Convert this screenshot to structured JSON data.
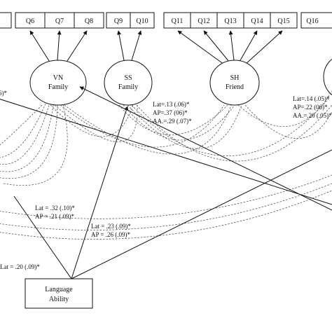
{
  "indicators": [
    "Q6",
    "Q7",
    "Q8",
    "Q9",
    "Q10",
    "Q11",
    "Q12",
    "Q13",
    "Q14",
    "Q15",
    "Q16"
  ],
  "factors": {
    "vn_family": {
      "line1": "VN",
      "line2": "Family"
    },
    "ss_family": {
      "line1": "SS",
      "line2": "Family"
    },
    "sh_friend": {
      "line1": "SH",
      "line2": "Friend"
    }
  },
  "language_ability": {
    "line1": "Language",
    "line2": "Ability"
  },
  "coefficients": {
    "left_partial": "6)*",
    "ss": {
      "lat": "Lat=.13 (.06)*",
      "ap": "AP=.37 (06)*",
      "aa": "AA.=.29 (.07)*"
    },
    "right": {
      "lat": "Lat=.14 (.05)*",
      "ap": "AP=.22 (06)*",
      "aa": "AA.=.20 (.05)*"
    },
    "mid1": {
      "lat": "Lat = .32 (.10)*",
      "ap": "AP = .21 (.09)*"
    },
    "mid2": {
      "lat": "Lat = .23 (.09)*",
      "ap": "AP = .26 (.09)*"
    },
    "bottom_left": "Lat = .20 (.09)*"
  }
}
